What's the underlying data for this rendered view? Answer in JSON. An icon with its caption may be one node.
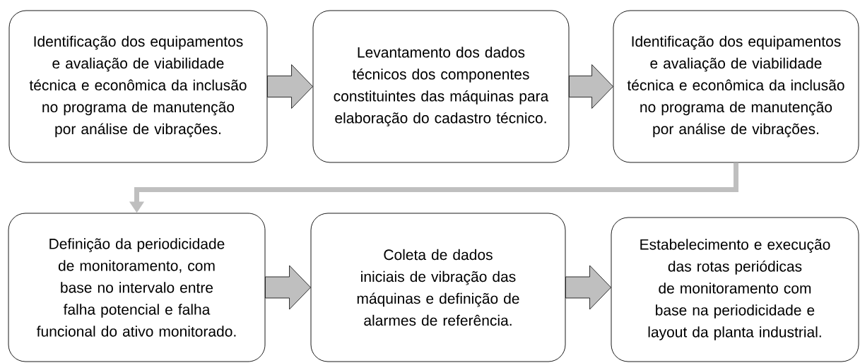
{
  "diagram": {
    "nodes": [
      {
        "text": [
          "Identificação dos equipamentos e avaliação de viabilidade técnica e econômica da inclusão no programa de manutenção por análise de vibrações."
        ]
      },
      {
        "text": [
          "Levantamento dos dados técnicos dos componentes constituintes das máquinas para elaboração do cadastro técnico."
        ]
      },
      {
        "text": [
          "Identificação dos equipamentos e avaliação de viabilidade técnica e econômica da inclusão no programa de manutenção por análise de vibrações."
        ]
      },
      {
        "text": [
          "Definição da periodicidade de monitoramento, com base no intervalo entre falha potencial e falha funcional do ativo monitorado."
        ]
      },
      {
        "text": [
          "Coleta de dados iniciais de vibração das máquinas e definição de alarmes de referência."
        ]
      },
      {
        "text": [
          "Estabelecimento e execução das rotas periódicas de monitoramento com base na periodicidade e layout da planta industrial."
        ]
      }
    ],
    "edges": [
      {
        "from": 0,
        "to": 1,
        "arrow": "to"
      },
      {
        "from": 1,
        "to": 2,
        "arrow": "to"
      },
      {
        "from": 2,
        "to": 3,
        "arrow": "to"
      },
      {
        "from": 3,
        "to": 4,
        "arrow": "to"
      },
      {
        "from": 4,
        "to": 5,
        "arrow": "to"
      }
    ]
  }
}
